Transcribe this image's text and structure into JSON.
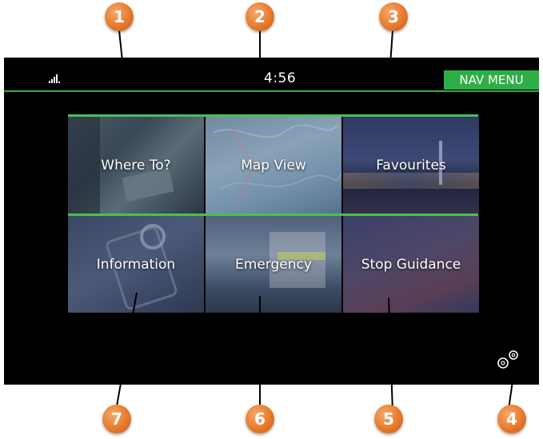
{
  "status_bar": {
    "time": "4:56",
    "nav_menu_label": "NAV MENU"
  },
  "menu": {
    "tiles": [
      {
        "label": "Where To?"
      },
      {
        "label": "Map View"
      },
      {
        "label": "Favourites"
      },
      {
        "label": "Information"
      },
      {
        "label": "Emergency"
      },
      {
        "label": "Stop Guidance"
      }
    ]
  },
  "callouts": [
    "1",
    "2",
    "3",
    "4",
    "5",
    "6",
    "7"
  ],
  "icons": {
    "signal": "signal-strength-icon",
    "settings": "settings-gears-icon"
  },
  "colors": {
    "accent_green": "#2fae47",
    "callout_orange": "#e77a2c",
    "screen_background": "#000000"
  }
}
